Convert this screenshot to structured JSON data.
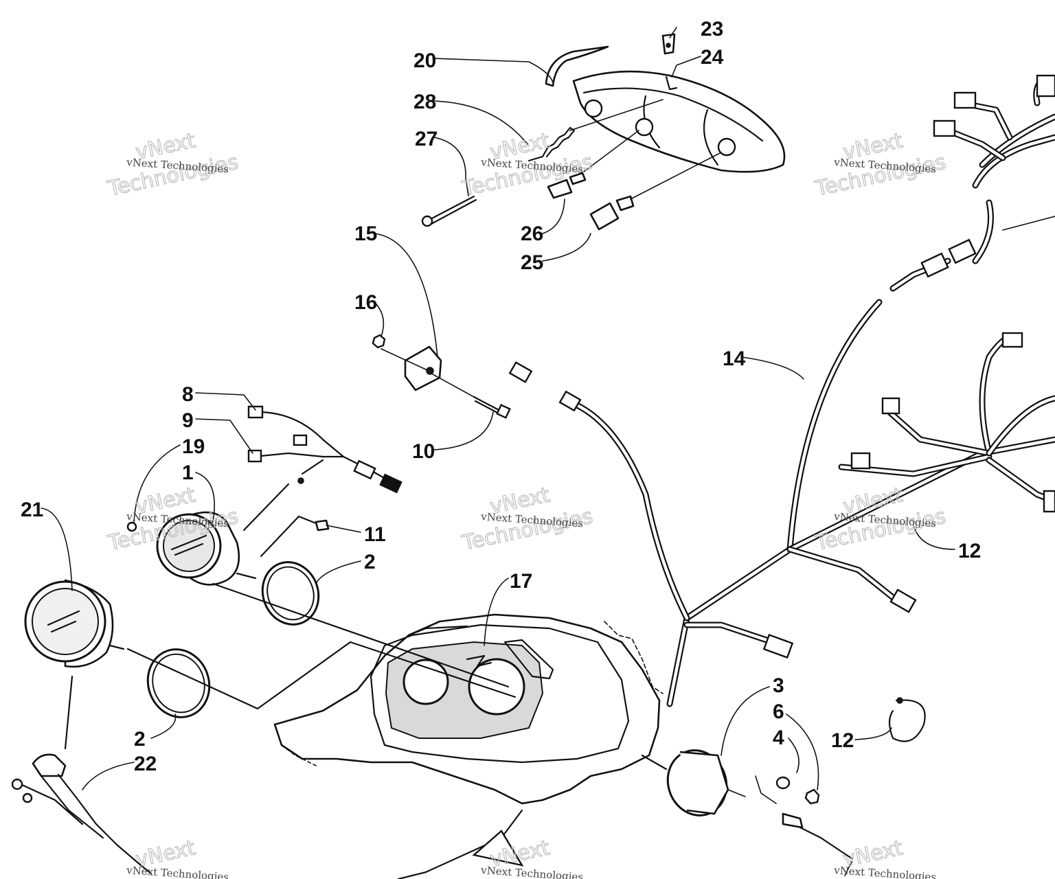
{
  "diagram": {
    "callouts": [
      {
        "id": "c23",
        "label": "23"
      },
      {
        "id": "c24",
        "label": "24"
      },
      {
        "id": "c20",
        "label": "20"
      },
      {
        "id": "c28",
        "label": "28"
      },
      {
        "id": "c27",
        "label": "27"
      },
      {
        "id": "c26",
        "label": "26"
      },
      {
        "id": "c25",
        "label": "25"
      },
      {
        "id": "c15",
        "label": "15"
      },
      {
        "id": "c16",
        "label": "16"
      },
      {
        "id": "c10",
        "label": "10"
      },
      {
        "id": "c8",
        "label": "8"
      },
      {
        "id": "c9",
        "label": "9"
      },
      {
        "id": "c19",
        "label": "19"
      },
      {
        "id": "c1",
        "label": "1"
      },
      {
        "id": "c11",
        "label": "11"
      },
      {
        "id": "c2a",
        "label": "2"
      },
      {
        "id": "c21",
        "label": "21"
      },
      {
        "id": "c2b",
        "label": "2"
      },
      {
        "id": "c22",
        "label": "22"
      },
      {
        "id": "c17",
        "label": "17"
      },
      {
        "id": "c14",
        "label": "14"
      },
      {
        "id": "c12a",
        "label": "12"
      },
      {
        "id": "c3",
        "label": "3"
      },
      {
        "id": "c6",
        "label": "6"
      },
      {
        "id": "c4",
        "label": "4"
      },
      {
        "id": "c12b",
        "label": "12"
      }
    ],
    "watermark": {
      "company": "vNext Technologies",
      "outline_line1": "vNext",
      "outline_line2": "Technologies"
    }
  }
}
